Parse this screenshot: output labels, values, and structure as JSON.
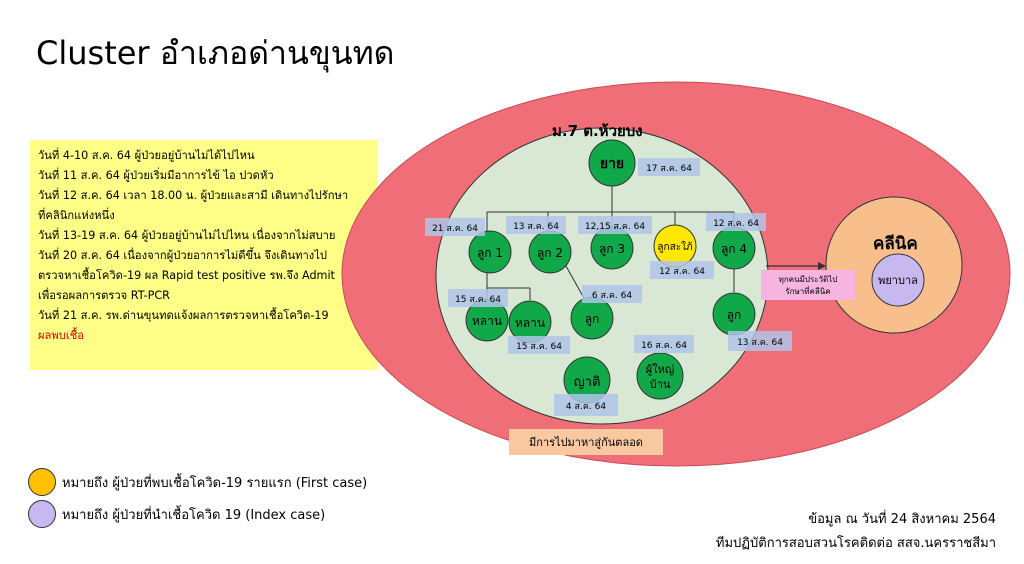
{
  "title": "Cluster อำเภอด่านขุนทด",
  "timeline": [
    {
      "text": "วันที่ 4-10 ส.ค. 64  ผู้ป่วยอยู่บ้านไม่ได้ไปไหน"
    },
    {
      "text": "วันที่ 11 ส.ค. 64 ผู้ป่วยเริ่มมีอาการไข้ ไอ ปวดหัว"
    },
    {
      "text": "วันที่ 12 ส.ค. 64 เวลา 18.00 น. ผู้ป่วยและสามี เดินทางไปรักษา"
    },
    {
      "text": "ที่คลินิกแห่งหนึ่ง"
    },
    {
      "text": "วันที่ 13-19 ส.ค. 64 ผู้ป่วยอยู่บ้านไม่ไปไหน เนื่องจากไม่สบาย"
    },
    {
      "text": "วันที่ 20 ส.ค. 64 เนื่องจากผู้ป่วยอาการไม่ดีขึ้น จึงเดินทางไป"
    },
    {
      "text": "ตรวจหาเชื้อโควิด-19 ผล Rapid test positive รพ.จึง Admit"
    },
    {
      "text": "เพื่อรอผลการตรวจ RT-PCR"
    },
    {
      "text": "วันที่ 21 ส.ค. รพ.ด่านขุนทดแจ้งผลการตรวจหาเชื้อโควิด-19"
    },
    {
      "text": "ผลพบเชื้อ",
      "red": true
    }
  ],
  "diagram": {
    "village_label": "ม.7 ต.ห้วยบง",
    "clinic_label": "คลีนิค",
    "nurse_label": "พยาบาล",
    "arrow_note_1": "ทุกคนมีประวัติไป",
    "arrow_note_2": "รักษาที่คลีนิค",
    "visit_note": "มีการไปมาหาสู่กันตลอด",
    "nodes": {
      "grandma": "ยาย",
      "child1": "ลูก 1",
      "child2": "ลูก 2",
      "child3": "ลูก 3",
      "daughter_in_law": "ลูกสะใภ้",
      "child4": "ลูก 4",
      "grandchild1": "หลาน",
      "grandchild2": "หลาน",
      "child_mid": "ลูก",
      "child_right": "ลูก",
      "relative": "ญาติ",
      "elder_1": "ผู้ใหญ่",
      "elder_2": "บ้าน"
    },
    "dates": {
      "grandma": "17 ส.ค. 64",
      "child1": "21 ส.ค. 64",
      "child2": "13 ส.ค. 64",
      "child3": "12,15 ส.ค. 64",
      "child4": "12 ส.ค. 64",
      "daughter_in_law": "12 ส.ค. 64",
      "grandchild1": "15 ส.ค. 64",
      "grandchild2": "15 ส.ค. 64",
      "child_mid": "6 ส.ค. 64",
      "child_right": "13 ส.ค. 64",
      "elder": "16 ส.ค. 64",
      "relative": "4 ส.ค. 64"
    }
  },
  "legend": {
    "first_case": "หมายถึง  ผู้ป่วยที่พบเชื้อโควิด-19 รายแรก (First case)",
    "index_case": "หมายถึง  ผู้ป่วยที่นำเชื้อโควิด 19 (Index case)"
  },
  "footer": {
    "line1": "ข้อมูล ณ วันที่ 24 สิงหาคม 2564",
    "line2": "ทีมปฏิบัติการสอบสวนโรคติดต่อ สสจ.นครราชสีมา"
  },
  "colors": {
    "outer_ellipse": "#f06e78",
    "village_ellipse": "#d8e8d4",
    "clinic_outer": "#f8be8c",
    "nurse": "#c8b8f0",
    "node_green": "#11a84a",
    "first_case": "#ffe800",
    "date_box": "#b0c4e8",
    "timeline_bg": "#ffff88",
    "legend_first": "#ffc000",
    "legend_index": "#c8b8f0"
  }
}
